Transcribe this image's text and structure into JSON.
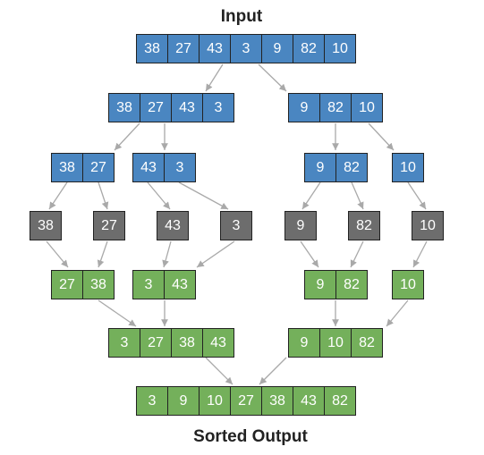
{
  "title_top": "Input",
  "title_bottom": "Sorted Output",
  "colors": {
    "split": "#4a86c1",
    "single": "#6d6d6d",
    "merge": "#74b05b",
    "arrow": "#a9a9a9"
  },
  "levels": {
    "input": {
      "role": "split",
      "groups": [
        [
          "38",
          "27",
          "43",
          "3",
          "9",
          "82",
          "10"
        ]
      ]
    },
    "split_1": {
      "role": "split",
      "groups": [
        [
          "38",
          "27",
          "43",
          "3"
        ],
        [
          "9",
          "82",
          "10"
        ]
      ]
    },
    "split_2": {
      "role": "split",
      "groups": [
        [
          "38",
          "27"
        ],
        [
          "43",
          "3"
        ],
        [
          "9",
          "82"
        ],
        [
          "10"
        ]
      ]
    },
    "singles": {
      "role": "single",
      "groups": [
        [
          "38"
        ],
        [
          "27"
        ],
        [
          "43"
        ],
        [
          "3"
        ],
        [
          "9"
        ],
        [
          "82"
        ],
        [
          "10"
        ]
      ]
    },
    "merge_1": {
      "role": "merge",
      "groups": [
        [
          "27",
          "38"
        ],
        [
          "3",
          "43"
        ],
        [
          "9",
          "82"
        ],
        [
          "10"
        ]
      ]
    },
    "merge_2": {
      "role": "merge",
      "groups": [
        [
          "3",
          "27",
          "38",
          "43"
        ],
        [
          "9",
          "10",
          "82"
        ]
      ]
    },
    "output": {
      "role": "merge",
      "groups": [
        [
          "3",
          "9",
          "10",
          "27",
          "38",
          "43",
          "82"
        ]
      ]
    }
  }
}
